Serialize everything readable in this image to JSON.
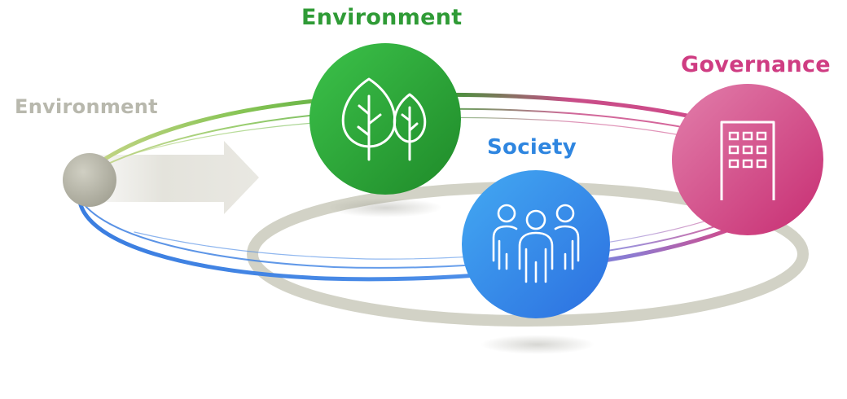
{
  "labels": {
    "origin": "Environment",
    "environment": "Environment",
    "society": "Society",
    "governance": "Governance"
  },
  "colors": {
    "origin_text": "#b8b8ad",
    "environment": "#2f9b36",
    "society": "#2f86e0",
    "governance": "#cf3c82",
    "ring": "#d2d2c6",
    "arrow": "#e7e6e0",
    "origin_sphere": "#b7b6a8"
  },
  "icons": {
    "environment": "trees-icon",
    "society": "people-group-icon",
    "governance": "building-icon"
  }
}
